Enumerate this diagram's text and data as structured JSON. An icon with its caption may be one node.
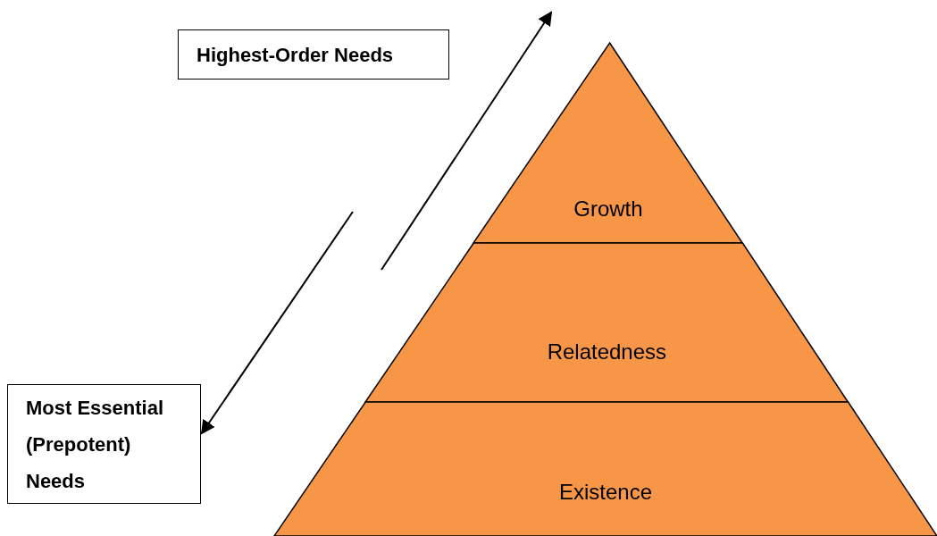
{
  "diagram": {
    "nodes": [
      {
        "text": [
          "Highest-Order Needs"
        ]
      },
      {
        "text": [
          "Most Essential (Prepotent) Needs"
        ]
      },
      {
        "text": [
          "Growth"
        ]
      },
      {
        "text": [
          "Relatedness"
        ]
      },
      {
        "text": [
          "Existence"
        ]
      }
    ],
    "edges": [
      {
        "from": null,
        "to": 1,
        "arrow": "to"
      }
    ]
  }
}
